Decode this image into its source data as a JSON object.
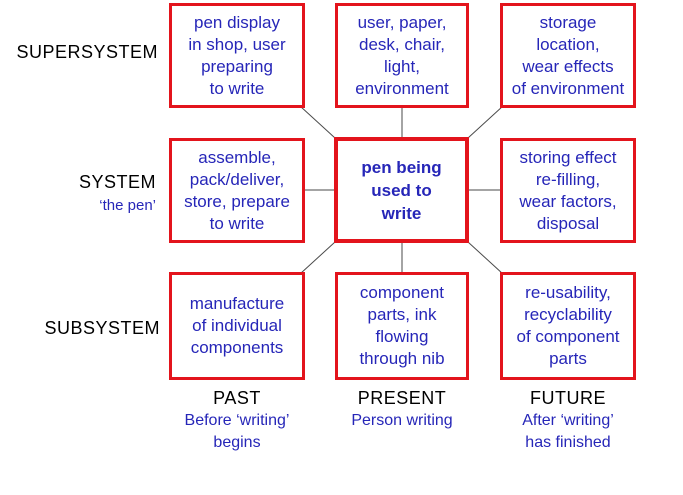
{
  "rows": {
    "supersystem": "SUPERSYSTEM",
    "system": "SYSTEM",
    "system_sub": "‘the pen’",
    "subsystem": "SUBSYSTEM"
  },
  "columns": {
    "past": "PAST",
    "past_sub": "Before ‘writing’\nbegins",
    "present": "PRESENT",
    "present_sub": "Person writing",
    "future": "FUTURE",
    "future_sub": "After ‘writing’\nhas finished"
  },
  "boxes": {
    "super_past": "pen display\nin shop, user\npreparing\nto write",
    "super_present": "user, paper,\ndesk, chair,\nlight,\nenvironment",
    "super_future": "storage\nlocation,\nwear effects\nof environment",
    "system_past": "assemble,\npack/deliver,\nstore, prepare\nto write",
    "system_present": "pen being\nused to\nwrite",
    "system_future": "storing effect\nre-filling,\nwear factors,\ndisposal",
    "sub_past": "manufacture\nof individual\ncomponents",
    "sub_present": "component\nparts, ink\nflowing\nthrough nib",
    "sub_future": "re-usability,\nrecyclability\nof component\nparts"
  },
  "colors": {
    "border": "#e3141c",
    "text": "#2626b8",
    "label": "#000000"
  }
}
